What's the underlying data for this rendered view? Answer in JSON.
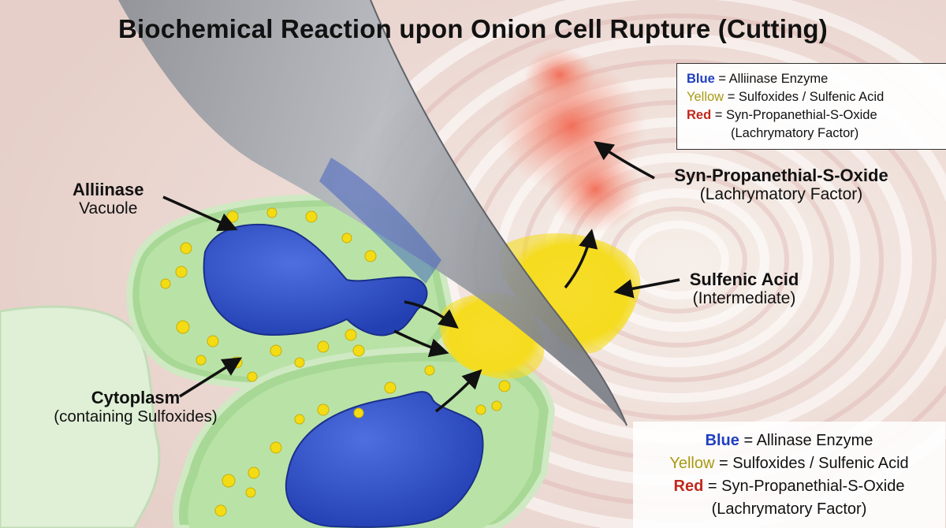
{
  "title": "Biochemical Reaction upon Onion Cell Rupture (Cutting)",
  "legend_top": {
    "rows": [
      {
        "key": "Blue",
        "text": "= Alliinase Enzyme",
        "color": "#1f3fbf"
      },
      {
        "key": "Yellow",
        "text": "= Sulfoxides / Sulfenic Acid",
        "color": "#a89a12"
      },
      {
        "key": "Red",
        "text": "= Syn-Propanethial-S-Oxide",
        "color": "#c0281c"
      }
    ],
    "note": "(Lachrymatory Factor)"
  },
  "legend_bottom": {
    "rows": [
      {
        "key": "Blue",
        "text": "= Allinase Enzyme",
        "color": "#1f3fbf"
      },
      {
        "key": "Yellow",
        "text": "= Sulfoxides / Sulfenic Acid",
        "color": "#a89a12"
      },
      {
        "key": "Red",
        "text": "= Syn-Propanethial-S-Oxide",
        "color": "#c0281c"
      }
    ],
    "note": "(Lachrymatory Factor)"
  },
  "labels": {
    "alliinase": {
      "bold": "Alliinase",
      "sub": "Vacuole"
    },
    "cytoplasm": {
      "bold": "Cytoplasm",
      "sub": "(containing Sulfoxides)"
    },
    "propanethial": {
      "bold": "Syn-Propanethial-S-Oxide",
      "sub": "(Lachrymatory Factor)"
    },
    "sulfenic": {
      "bold": "Sulfenic Acid",
      "sub": "(Intermediate)"
    }
  },
  "colors": {
    "enzyme": "#2d4fc4",
    "sulfoxide": "#f2dd1a",
    "lachrymatory": "#ee6a55",
    "cell": "#b8e2a8",
    "blade": "#9ea3aa"
  }
}
